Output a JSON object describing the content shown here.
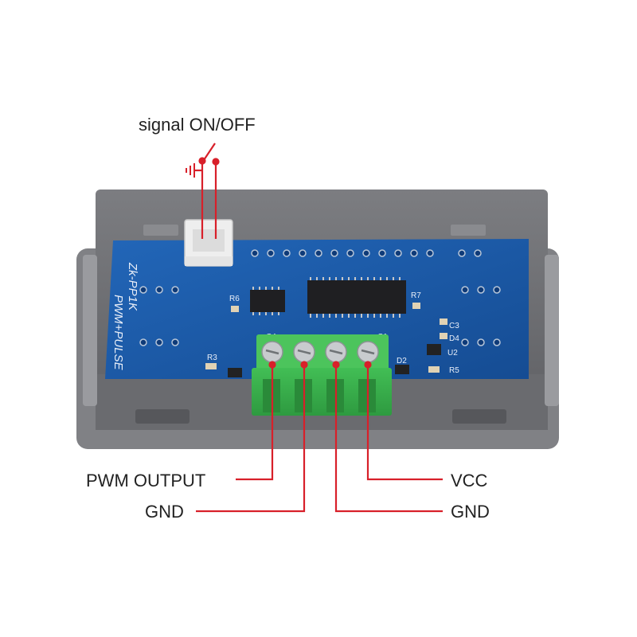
{
  "labels": {
    "signal": "signal ON/OFF",
    "pwm_output": "PWM OUTPUT",
    "gnd_left": "GND",
    "vcc": "VCC",
    "gnd_right": "GND"
  },
  "board": {
    "model_text": "Zk-PP1K",
    "model_text_2": "PWM+PULSE",
    "components": [
      "R3",
      "R5",
      "R7",
      "C3",
      "D4",
      "U2",
      "D2",
      "C4",
      "R6",
      "C1"
    ]
  },
  "colors": {
    "wire": "#d8202a",
    "label_text": "#222222",
    "housing": "#6e6f73",
    "pcb": "#1c5aa6",
    "terminal": "#37b04a",
    "connector": "#eeeeee"
  },
  "icons": [
    "ground-symbol-icon",
    "switch-icon",
    "screw-terminal-icon",
    "jst-connector-icon",
    "ic-chip-icon"
  ]
}
